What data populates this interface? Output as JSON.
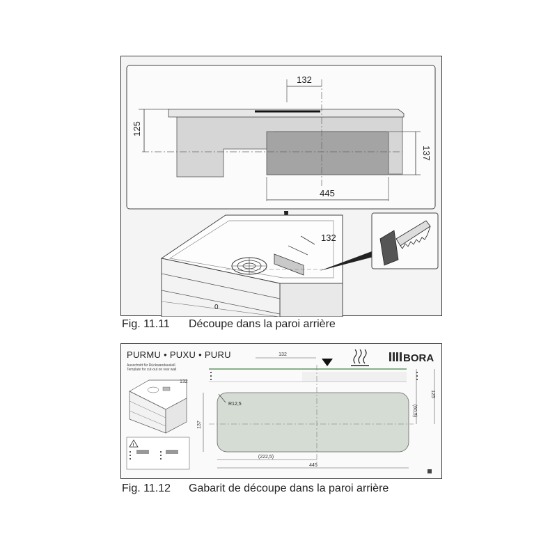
{
  "figure1": {
    "number": "Fig. 11.11",
    "caption": "Découpe dans la paroi arrière",
    "dims": {
      "top_width": "132",
      "left_height": "125",
      "right_height": "137",
      "bottom_width": "445",
      "cabinet_width": "132"
    },
    "cabinet_label": "0"
  },
  "figure2": {
    "number": "Fig. 11.12",
    "caption": "Gabarit de découpe dans la paroi arrière",
    "models": "PURMU • PUXU • PURU",
    "brand": "BORA",
    "subtitle_1": "Ausschnitt für Rückwandauslaß",
    "subtitle_2": "Template for cut-out on rear wall",
    "mini_dim": "132",
    "dims": {
      "top": "132",
      "radius": "R12,5",
      "left_height": "137",
      "right_outer": "125",
      "right_inner": "(60,5)",
      "half_width": "(222,5)",
      "full_width": "445"
    }
  }
}
